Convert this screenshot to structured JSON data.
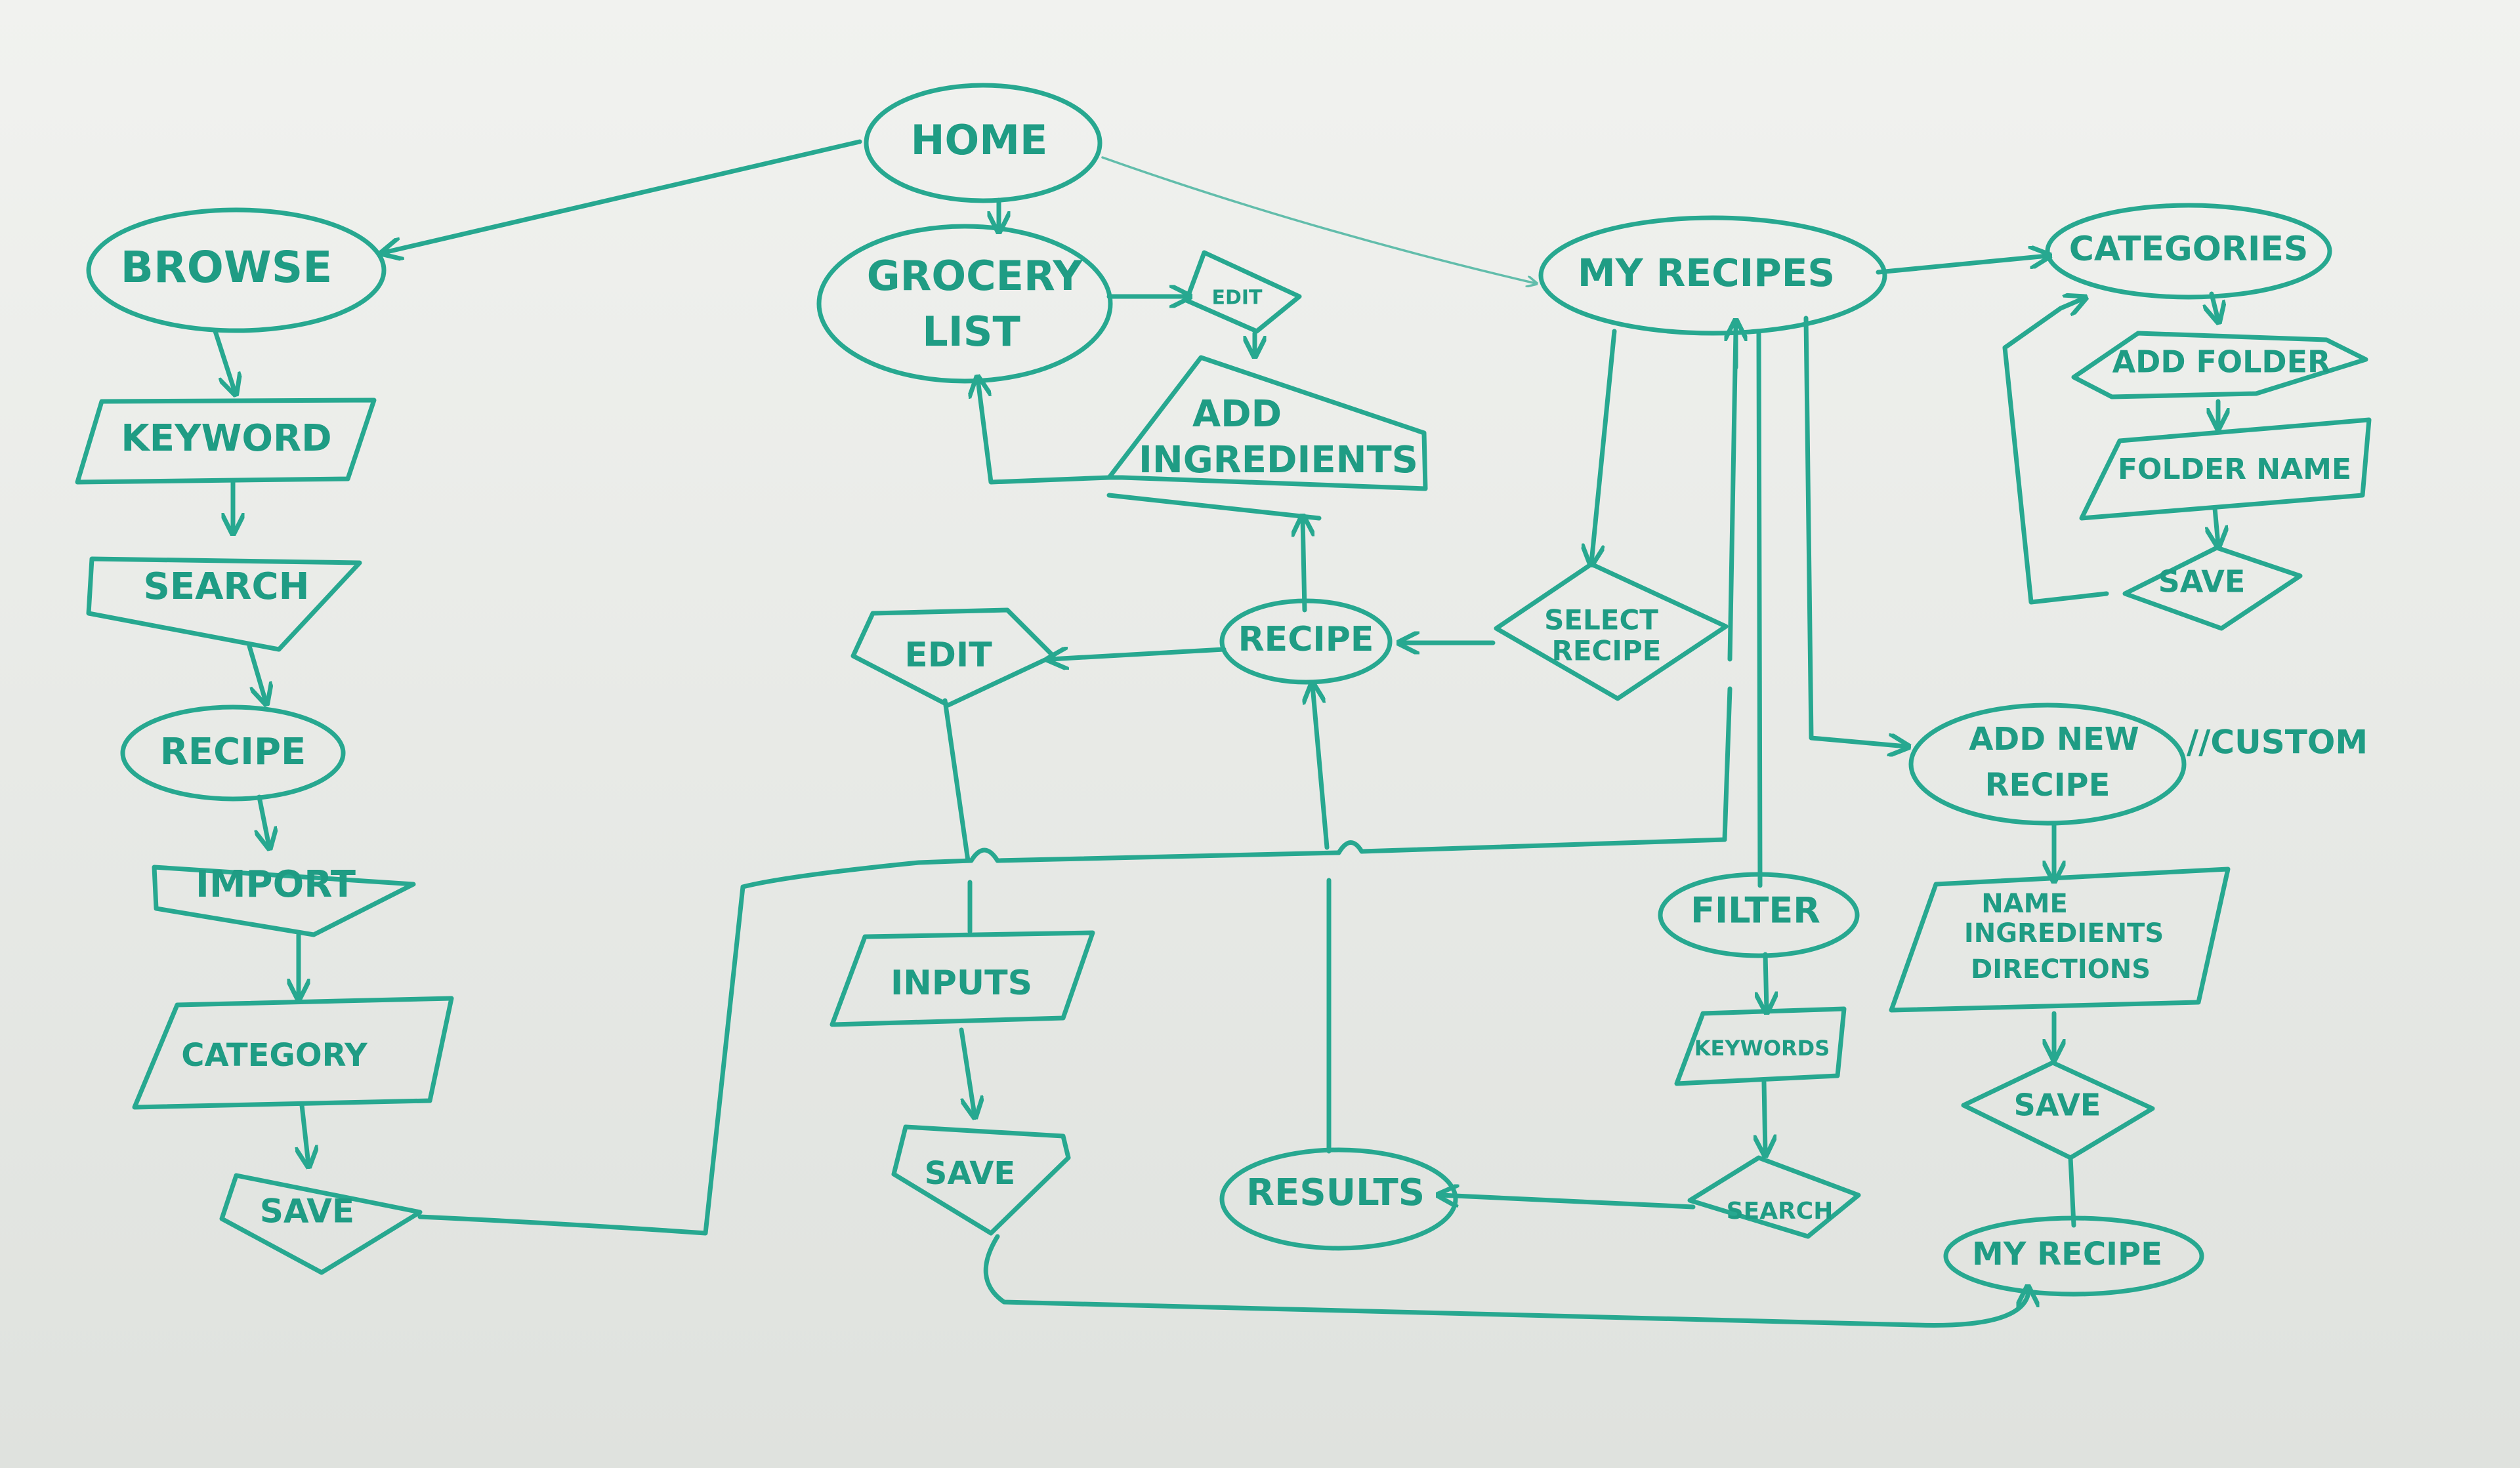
{
  "colors": {
    "ink": "#27a890",
    "board_top": "#f1f2ef",
    "board_bottom": "#dfe2de"
  },
  "nodes": {
    "home": "HOME",
    "browse": "BROWSE",
    "keyword": "KEYWORD",
    "search": "SEARCH",
    "browse_recipe": "RECIPE",
    "import": "IMPORT",
    "category": "CATEGORY",
    "browse_save": "SAVE",
    "grocery_line1": "GROCERY",
    "grocery_line2": "LIST",
    "grocery_edit": "EDIT",
    "add_ingredients_line1": "ADD",
    "add_ingredients_line2": "INGREDIENTS",
    "recipe": "RECIPE",
    "edit": "EDIT",
    "inputs": "INPUTS",
    "edit_save": "SAVE",
    "results": "RESULTS",
    "my_recipes": "MY RECIPES",
    "select_recipe_line1": "SELECT",
    "select_recipe_line2": "RECIPE",
    "filter": "FILTER",
    "keywords": "KEYWORDS",
    "filter_search": "SEARCH",
    "categories": "CATEGORIES",
    "add_folder": "ADD FOLDER",
    "folder_name": "FOLDER NAME",
    "folder_save": "SAVE",
    "add_new_recipe_line1": "ADD NEW",
    "add_new_recipe_line2": "RECIPE",
    "custom_note": "//CUSTOM",
    "details_line1": "NAME",
    "details_line2": "INGREDIENTS",
    "details_line3": "DIRECTIONS",
    "new_save": "SAVE",
    "my_recipe": "MY RECIPE"
  }
}
